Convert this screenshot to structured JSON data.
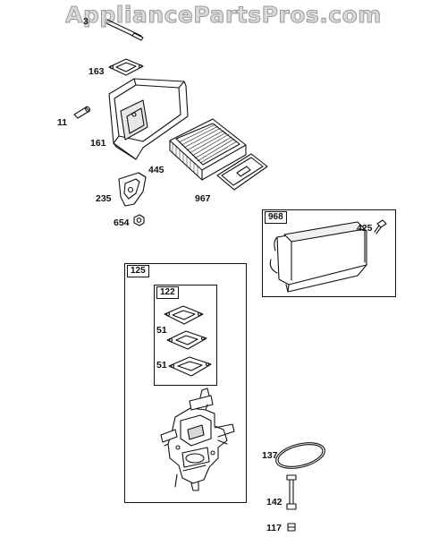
{
  "watermark": "AppliancePartsPros.com",
  "colors": {
    "line": "#111111",
    "shade": "#7a7a7a",
    "watermark_fill": "#d9d9d9",
    "watermark_stroke": "#9a9a9a"
  },
  "parts": {
    "p3": "3",
    "p163": "163",
    "p11": "11",
    "p161": "161",
    "p445": "445",
    "p967": "967",
    "p235": "235",
    "p654": "654",
    "p968": "968",
    "p425": "425",
    "p125": "125",
    "p122": "122",
    "p51a": "51",
    "p51b": "51",
    "p137": "137",
    "p142": "142",
    "p117": "117"
  }
}
